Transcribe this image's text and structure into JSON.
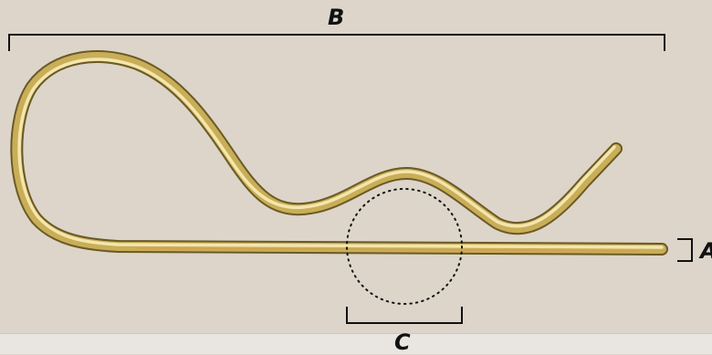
{
  "dimensions": {
    "length_label": "B",
    "wire_diameter_label": "A",
    "bump_detail_label": "C"
  },
  "colors": {
    "background": "#ddd5ca",
    "wire_light": "#f2e3a2",
    "wire_mid": "#c9ae58",
    "wire_dark": "#7d6a2e",
    "dimension_line": "#111111"
  },
  "icons": {
    "pin": "hair-pin-cotter-icon",
    "detail": "dotted-detail-circle-icon"
  }
}
